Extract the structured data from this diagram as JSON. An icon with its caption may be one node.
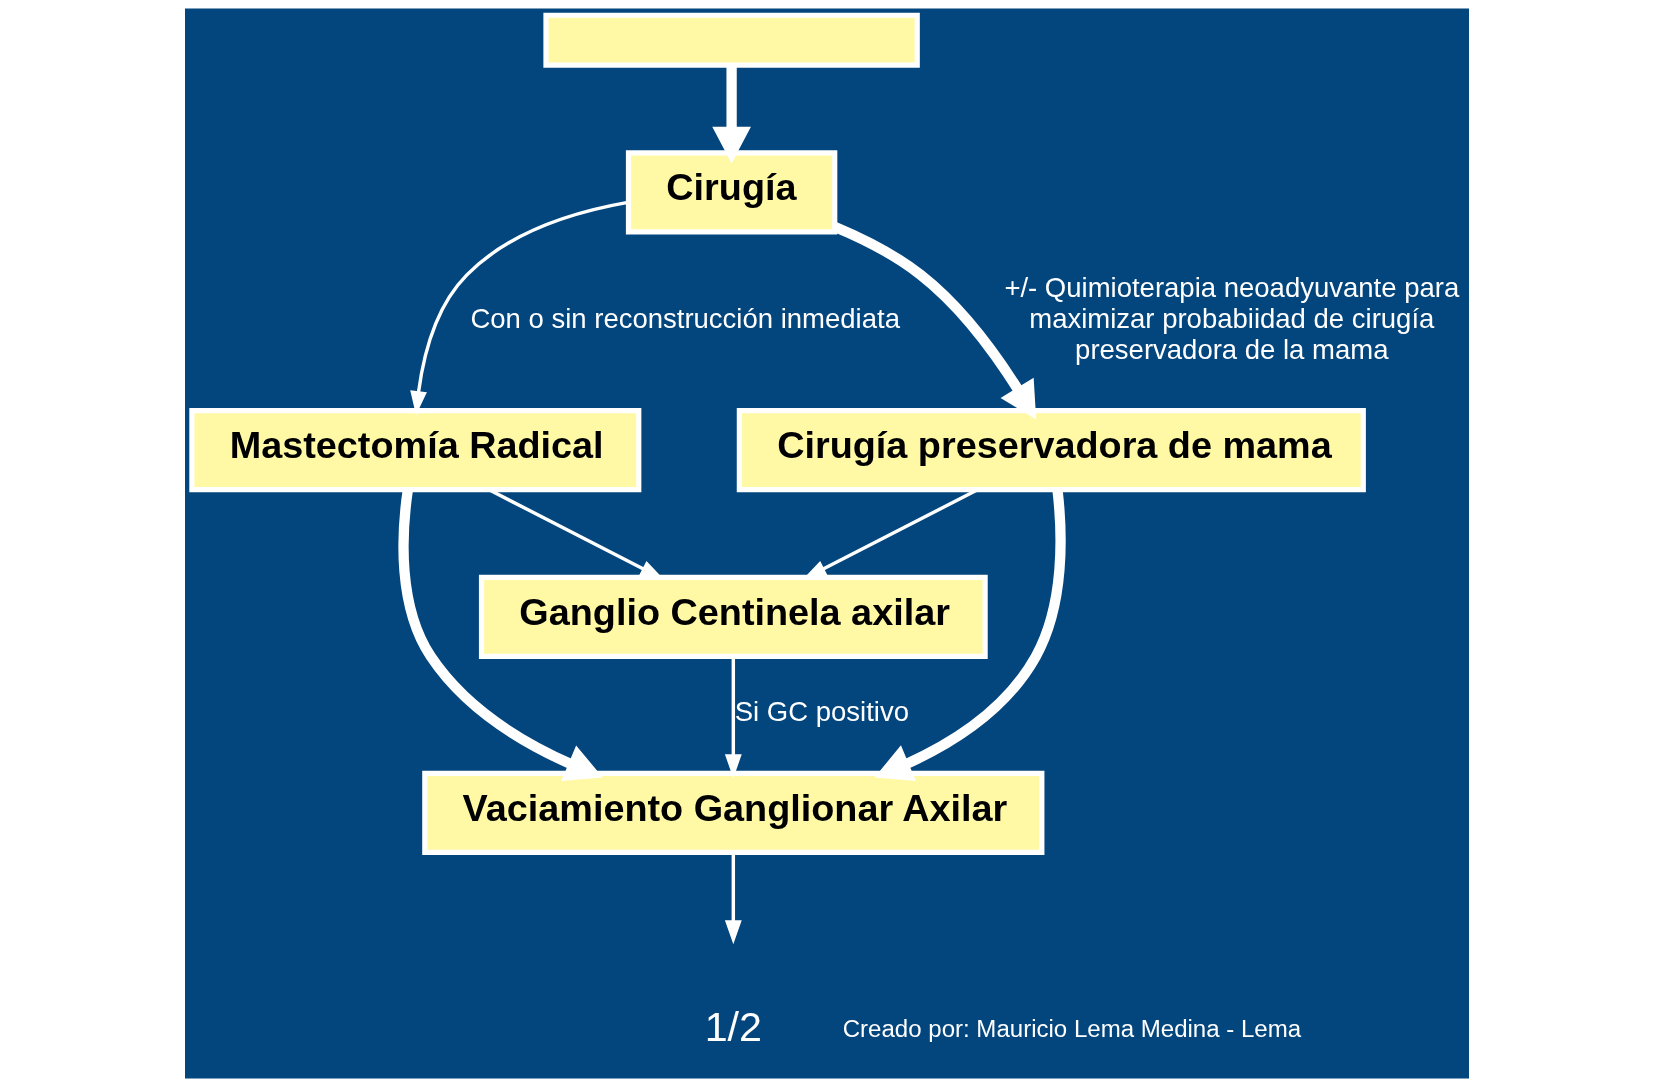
{
  "diagram": {
    "nodes": [
      {
        "text": [],
        "shape": "box"
      },
      {
        "text": [
          "Cirugía"
        ]
      },
      {
        "text": [
          "Mastectomía Radical"
        ]
      },
      {
        "text": [
          "Cirugía preservadora de mama"
        ]
      },
      {
        "text": [
          "Ganglio Centinela axilar"
        ]
      },
      {
        "text": [
          "Vaciamiento Ganglionar Axilar"
        ]
      }
    ],
    "edges": [
      {
        "from": 0,
        "to": 1,
        "arrow": "to",
        "style": "thick"
      },
      {
        "from": 1,
        "to": 2,
        "arrow": "to",
        "label": "Con o sin reconstrucción inmediata"
      },
      {
        "from": 1,
        "to": 3,
        "arrow": "to",
        "style": "thick",
        "label": "+/- Quimioterapia neoadyuvante para maximizar probabiidad de cirugía preservadora de la mama"
      },
      {
        "from": 2,
        "to": 4,
        "arrow": "to"
      },
      {
        "from": 3,
        "to": 4,
        "arrow": "to"
      },
      {
        "from": 2,
        "to": 5,
        "arrow": "to",
        "style": "thick"
      },
      {
        "from": 3,
        "to": 5,
        "arrow": "to",
        "style": "thick"
      },
      {
        "from": 4,
        "to": 5,
        "arrow": "to",
        "label": "Si GC positivo"
      },
      {
        "from": 5,
        "to": null,
        "arrow": "to"
      }
    ],
    "labels": [
      "1/2",
      "Creado por: Mauricio Lema Medina - Lema"
    ]
  }
}
